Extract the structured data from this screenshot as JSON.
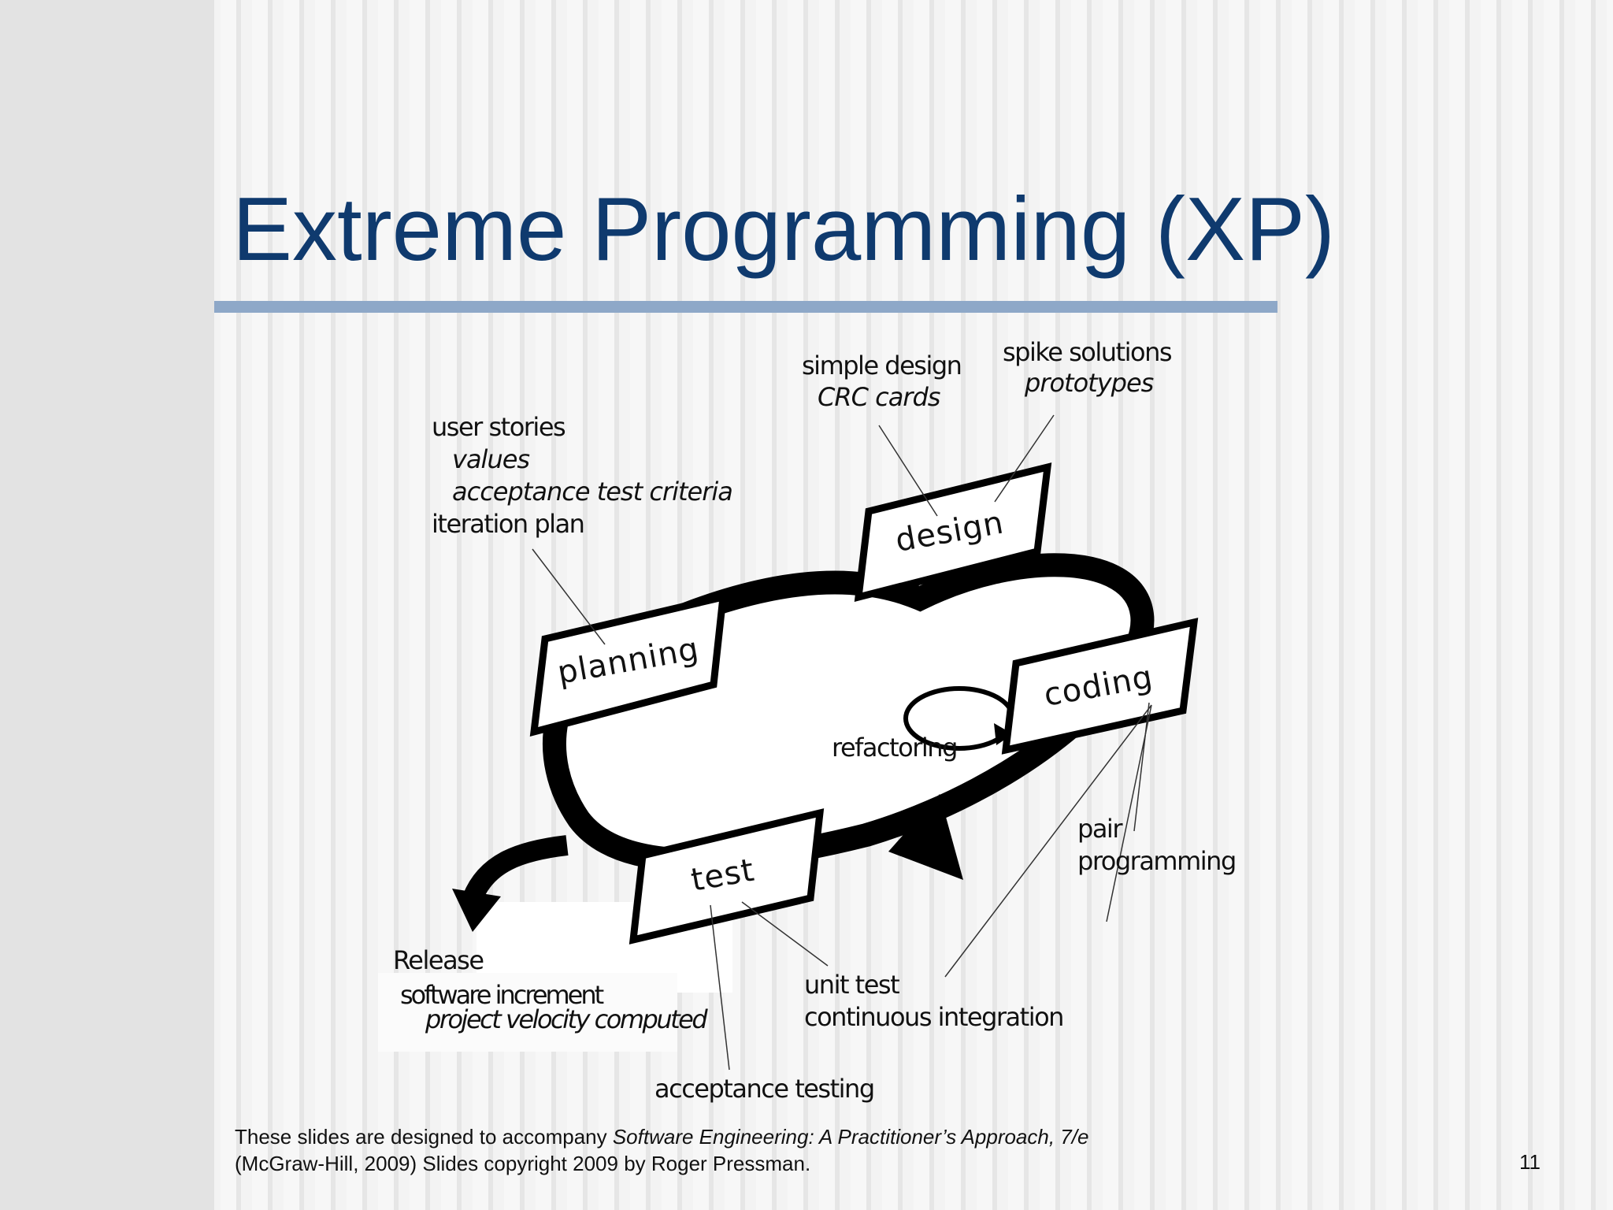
{
  "slide": {
    "title": "Extreme Programming (XP)",
    "page_number": "11"
  },
  "diagram": {
    "boxes": {
      "planning": "planning",
      "design": "design",
      "coding": "coding",
      "test": "test"
    },
    "labels": {
      "planning_1": "user stories",
      "planning_2": "values",
      "planning_3": "acceptance test criteria",
      "planning_4": "iteration plan",
      "design_1": "simple design",
      "design_2": "CRC cards",
      "spike_1": "spike solutions",
      "spike_2": "prototypes",
      "refactoring": "refactoring",
      "pair_1": "pair",
      "pair_2": "programming",
      "unit_1": "unit test",
      "unit_2": "continuous integration",
      "acceptance": "acceptance testing",
      "release_1": "Release",
      "release_2": "software increment",
      "release_3": "project velocity computed"
    }
  },
  "footer": {
    "part1": "These slides are designed to accompany ",
    "part2_italic": "Software Engineering: A Practitioner’s Approach, 7/e",
    "part3": " (McGraw-Hill, 2009) Slides copyright 2009 by Roger Pressman."
  },
  "colors": {
    "title": "#0f3a6e",
    "rule": "#8ea8c8"
  }
}
